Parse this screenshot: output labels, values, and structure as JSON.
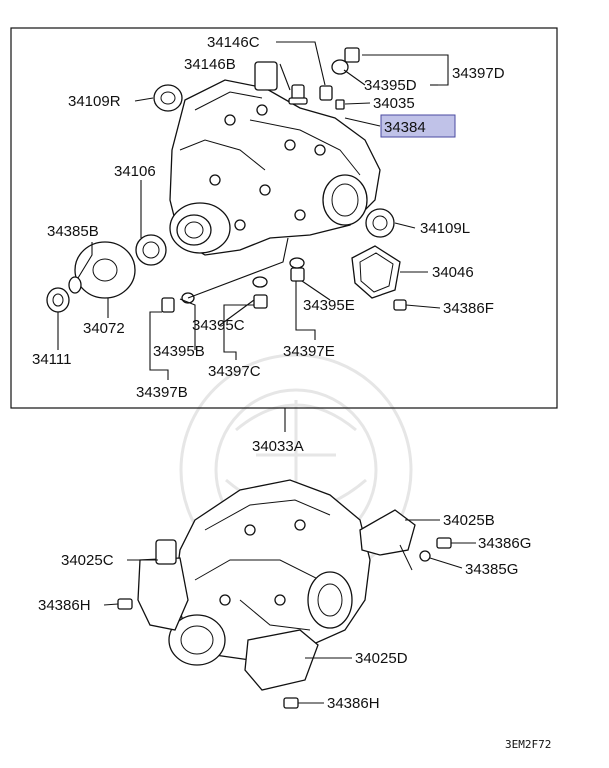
{
  "labels": {
    "p34146c": "34146C",
    "p34146b": "34146B",
    "p34395d": "34395D",
    "p34397d": "34397D",
    "p34109r": "34109R",
    "p34035": "34035",
    "p34384": "34384",
    "p34106": "34106",
    "p34109l": "34109L",
    "p34385b": "34385B",
    "p34046": "34046",
    "p34386f": "34386F",
    "p34072": "34072",
    "p34395c": "34395C",
    "p34395e": "34395E",
    "p34395b": "34395B",
    "p34111": "34111",
    "p34397c": "34397C",
    "p34397e": "34397E",
    "p34397b": "34397B",
    "p34033a": "34033A",
    "p34025b": "34025B",
    "p34025c": "34025C",
    "p34386g": "34386G",
    "p34385g": "34385G",
    "p34386h_left": "34386H",
    "p34025d": "34025D",
    "p34386h_bottom": "34386H"
  },
  "highlighted_part": "34384",
  "highlight_color": "#8d8fd6",
  "figure_code": "3EM2F72"
}
